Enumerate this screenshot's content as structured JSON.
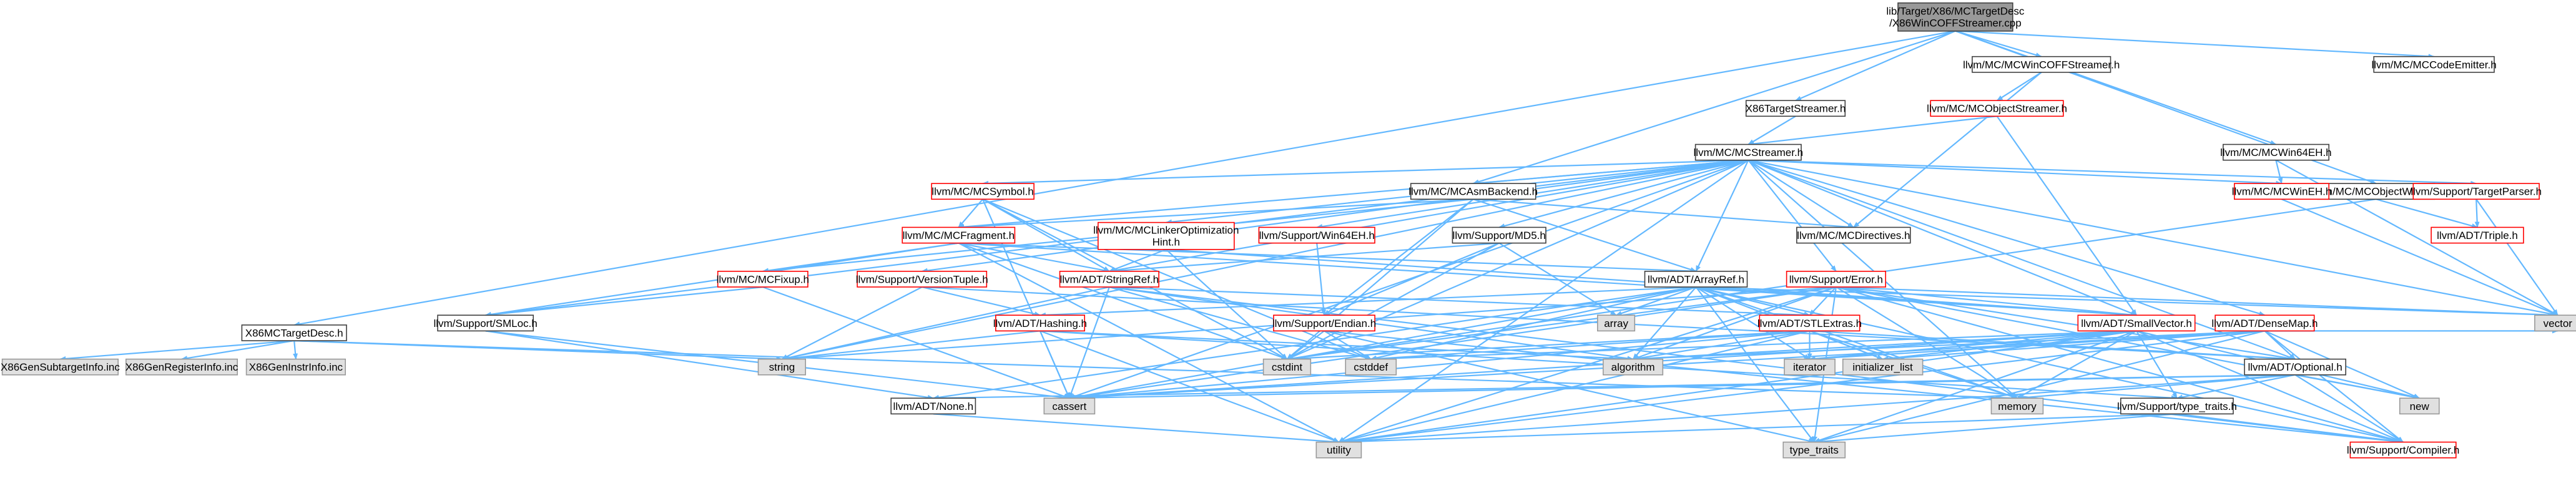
{
  "diagram": {
    "colors": {
      "edge": "#63b8ff",
      "node_border": "#404040",
      "node_border_red": "#ff0000",
      "node_fill_grey": "#e0e0e0",
      "root_fill": "#999999"
    },
    "nodes": [
      {
        "id": "root",
        "label": [
          "lib/Target/X86/MCTargetDesc",
          "/X86WinCOFFStreamer.cpp"
        ],
        "style": "root"
      },
      {
        "id": "x86mctargetdesc",
        "label": [
          "X86MCTargetDesc.h"
        ],
        "style": "white"
      },
      {
        "id": "x86subtargetinfo",
        "label": [
          "X86GenSubtargetInfo.inc"
        ],
        "style": "grey"
      },
      {
        "id": "x86reginfo",
        "label": [
          "X86GenRegisterInfo.inc"
        ],
        "style": "grey"
      },
      {
        "id": "x86instrinfo",
        "label": [
          "X86GenInstrInfo.inc"
        ],
        "style": "grey"
      },
      {
        "id": "x86targetstreamer",
        "label": [
          "X86TargetStreamer.h"
        ],
        "style": "white"
      },
      {
        "id": "mcstreamer",
        "label": [
          "llvm/MC/MCStreamer.h"
        ],
        "style": "white"
      },
      {
        "id": "mcwincoffstreamer",
        "label": [
          "llvm/MC/MCWinCOFFStreamer.h"
        ],
        "style": "white"
      },
      {
        "id": "mcobjectstreamer",
        "label": [
          "llvm/MC/MCObjectStreamer.h"
        ],
        "style": "red"
      },
      {
        "id": "mcwin64eh",
        "label": [
          "llvm/MC/MCWin64EH.h"
        ],
        "style": "white"
      },
      {
        "id": "mccodeemitter",
        "label": [
          "llvm/MC/MCCodeEmitter.h"
        ],
        "style": "white"
      },
      {
        "id": "mcobjectwriter",
        "label": [
          "llvm/MC/MCObjectWriter.h"
        ],
        "style": "white"
      },
      {
        "id": "mcwineh",
        "label": [
          "llvm/MC/MCWinEH.h"
        ],
        "style": "red"
      },
      {
        "id": "targetparser",
        "label": [
          "llvm/Support/TargetParser.h"
        ],
        "style": "red"
      },
      {
        "id": "triple",
        "label": [
          "llvm/ADT/Triple.h"
        ],
        "style": "red"
      },
      {
        "id": "mcsymbol",
        "label": [
          "llvm/MC/MCSymbol.h"
        ],
        "style": "red"
      },
      {
        "id": "mcasmbackend",
        "label": [
          "llvm/MC/MCAsmBackend.h"
        ],
        "style": "white"
      },
      {
        "id": "mcfragment",
        "label": [
          "llvm/MC/MCFragment.h"
        ],
        "style": "red"
      },
      {
        "id": "mclinkeropt",
        "label": [
          "llvm/MC/MCLinkerOptimization",
          "Hint.h"
        ],
        "style": "red"
      },
      {
        "id": "win64eh",
        "label": [
          "llvm/Support/Win64EH.h"
        ],
        "style": "red"
      },
      {
        "id": "md5",
        "label": [
          "llvm/Support/MD5.h"
        ],
        "style": "white"
      },
      {
        "id": "mcdirectives",
        "label": [
          "llvm/MC/MCDirectives.h"
        ],
        "style": "white"
      },
      {
        "id": "mcfixup",
        "label": [
          "llvm/MC/MCFixup.h"
        ],
        "style": "red"
      },
      {
        "id": "versiontuple",
        "label": [
          "llvm/Support/VersionTuple.h"
        ],
        "style": "red"
      },
      {
        "id": "stringref",
        "label": [
          "llvm/ADT/StringRef.h"
        ],
        "style": "red"
      },
      {
        "id": "arrayref",
        "label": [
          "llvm/ADT/ArrayRef.h"
        ],
        "style": "white"
      },
      {
        "id": "supporterror",
        "label": [
          "llvm/Support/Error.h"
        ],
        "style": "red"
      },
      {
        "id": "smloc",
        "label": [
          "llvm/Support/SMLoc.h"
        ],
        "style": "white"
      },
      {
        "id": "hashing",
        "label": [
          "llvm/ADT/Hashing.h"
        ],
        "style": "red"
      },
      {
        "id": "endian",
        "label": [
          "llvm/Support/Endian.h"
        ],
        "style": "red"
      },
      {
        "id": "stlextras",
        "label": [
          "llvm/ADT/STLExtras.h"
        ],
        "style": "red"
      },
      {
        "id": "smallvector",
        "label": [
          "llvm/ADT/SmallVector.h"
        ],
        "style": "red"
      },
      {
        "id": "densemap",
        "label": [
          "llvm/ADT/DenseMap.h"
        ],
        "style": "red"
      },
      {
        "id": "optional",
        "label": [
          "llvm/ADT/Optional.h"
        ],
        "style": "white"
      },
      {
        "id": "none",
        "label": [
          "llvm/ADT/None.h"
        ],
        "style": "white"
      },
      {
        "id": "typetraits",
        "label": [
          "llvm/Support/type_traits.h"
        ],
        "style": "white"
      },
      {
        "id": "compiler",
        "label": [
          "llvm/Support/Compiler.h"
        ],
        "style": "red"
      },
      {
        "id": "std_string",
        "label": [
          "string"
        ],
        "style": "grey"
      },
      {
        "id": "std_array",
        "label": [
          "array"
        ],
        "style": "grey"
      },
      {
        "id": "std_cstdint",
        "label": [
          "cstdint"
        ],
        "style": "grey"
      },
      {
        "id": "std_cstddef",
        "label": [
          "cstddef"
        ],
        "style": "grey"
      },
      {
        "id": "std_algorithm",
        "label": [
          "algorithm"
        ],
        "style": "grey"
      },
      {
        "id": "std_iterator",
        "label": [
          "iterator"
        ],
        "style": "grey"
      },
      {
        "id": "std_initlist",
        "label": [
          "initializer_list"
        ],
        "style": "grey"
      },
      {
        "id": "std_cassert",
        "label": [
          "cassert"
        ],
        "style": "grey"
      },
      {
        "id": "std_memory",
        "label": [
          "memory"
        ],
        "style": "grey"
      },
      {
        "id": "std_new",
        "label": [
          "new"
        ],
        "style": "grey"
      },
      {
        "id": "std_vector",
        "label": [
          "vector"
        ],
        "style": "grey"
      },
      {
        "id": "std_utility",
        "label": [
          "utility"
        ],
        "style": "grey"
      },
      {
        "id": "std_typetraits",
        "label": [
          "type_traits"
        ],
        "style": "grey"
      }
    ],
    "edges": [
      [
        "root",
        "x86mctargetdesc"
      ],
      [
        "root",
        "x86targetstreamer"
      ],
      [
        "root",
        "mcwincoffstreamer"
      ],
      [
        "root",
        "mcwin64eh"
      ],
      [
        "root",
        "mccodeemitter"
      ],
      [
        "root",
        "mcobjectwriter"
      ],
      [
        "root",
        "mcasmbackend"
      ],
      [
        "x86mctargetdesc",
        "x86subtargetinfo"
      ],
      [
        "x86mctargetdesc",
        "x86reginfo"
      ],
      [
        "x86mctargetdesc",
        "x86instrinfo"
      ],
      [
        "x86mctargetdesc",
        "std_string"
      ],
      [
        "x86mctargetdesc",
        "std_memory"
      ],
      [
        "x86targetstreamer",
        "mcstreamer"
      ],
      [
        "mcwincoffstreamer",
        "mcobjectstreamer"
      ],
      [
        "mcwincoffstreamer",
        "mcdirectives"
      ],
      [
        "mcobjectstreamer",
        "mcstreamer"
      ],
      [
        "mcobjectstreamer",
        "smallvector"
      ],
      [
        "mcwin64eh",
        "mcwineh"
      ],
      [
        "mcwin64eh",
        "std_vector"
      ],
      [
        "mcobjectwriter",
        "triple"
      ],
      [
        "mcobjectwriter",
        "std_cstdint"
      ],
      [
        "mcstreamer",
        "mcsymbol"
      ],
      [
        "mcstreamer",
        "mcasmbackend"
      ],
      [
        "mcstreamer",
        "mcfragment"
      ],
      [
        "mcstreamer",
        "mclinkeropt"
      ],
      [
        "mcstreamer",
        "win64eh"
      ],
      [
        "mcstreamer",
        "md5"
      ],
      [
        "mcstreamer",
        "mcdirectives"
      ],
      [
        "mcstreamer",
        "mcwineh"
      ],
      [
        "mcstreamer",
        "targetparser"
      ],
      [
        "mcstreamer",
        "versiontuple"
      ],
      [
        "mcstreamer",
        "stringref"
      ],
      [
        "mcstreamer",
        "arrayref"
      ],
      [
        "mcstreamer",
        "supporterror"
      ],
      [
        "mcstreamer",
        "smloc"
      ],
      [
        "mcstreamer",
        "smallvector"
      ],
      [
        "mcstreamer",
        "densemap"
      ],
      [
        "mcstreamer",
        "optional"
      ],
      [
        "mcstreamer",
        "std_string"
      ],
      [
        "mcstreamer",
        "std_cassert"
      ],
      [
        "mcstreamer",
        "std_cstdint"
      ],
      [
        "mcstreamer",
        "std_memory"
      ],
      [
        "mcstreamer",
        "std_vector"
      ],
      [
        "mcstreamer",
        "std_utility"
      ],
      [
        "mcwineh",
        "std_vector"
      ],
      [
        "targetparser",
        "triple"
      ],
      [
        "targetparser",
        "std_vector"
      ],
      [
        "mcsymbol",
        "mcfragment"
      ],
      [
        "mcsymbol",
        "stringref"
      ],
      [
        "mcsymbol",
        "std_cassert"
      ],
      [
        "mcsymbol",
        "std_cstddef"
      ],
      [
        "mcsymbol",
        "std_cstdint"
      ],
      [
        "mcasmbackend",
        "mcdirectives"
      ],
      [
        "mcasmbackend",
        "mcfragment"
      ],
      [
        "mcasmbackend",
        "mcfixup"
      ],
      [
        "mcasmbackend",
        "arrayref"
      ],
      [
        "mcasmbackend",
        "endian"
      ],
      [
        "mcasmbackend",
        "std_cstdint"
      ],
      [
        "mcfragment",
        "mcfixup"
      ],
      [
        "mcfragment",
        "stringref"
      ],
      [
        "mcfragment",
        "smloc"
      ],
      [
        "mcfragment",
        "arrayref"
      ],
      [
        "mcfragment",
        "smallvector"
      ],
      [
        "mcfragment",
        "std_cstdint"
      ],
      [
        "mcfragment",
        "std_utility"
      ],
      [
        "mclinkeropt",
        "stringref"
      ],
      [
        "mclinkeropt",
        "smallvector"
      ],
      [
        "mclinkeropt",
        "std_cstdint"
      ],
      [
        "win64eh",
        "endian"
      ],
      [
        "md5",
        "stringref"
      ],
      [
        "md5",
        "endian"
      ],
      [
        "md5",
        "std_array"
      ],
      [
        "md5",
        "std_cstdint"
      ],
      [
        "mcfixup",
        "smloc"
      ],
      [
        "mcfixup",
        "std_cassert"
      ],
      [
        "versiontuple",
        "hashing"
      ],
      [
        "versiontuple",
        "optional"
      ],
      [
        "versiontuple",
        "std_string"
      ],
      [
        "stringref",
        "stlextras"
      ],
      [
        "stringref",
        "std_string"
      ],
      [
        "stringref",
        "std_cstddef"
      ],
      [
        "stringref",
        "std_algorithm"
      ],
      [
        "stringref",
        "std_cassert"
      ],
      [
        "stringref",
        "std_type_traits_tmp"
      ],
      [
        "stringref",
        "compiler"
      ],
      [
        "arrayref",
        "hashing"
      ],
      [
        "arrayref",
        "smallvector"
      ],
      [
        "arrayref",
        "stlextras"
      ],
      [
        "arrayref",
        "none"
      ],
      [
        "arrayref",
        "std_algorithm"
      ],
      [
        "arrayref",
        "std_array"
      ],
      [
        "arrayref",
        "std_cassert"
      ],
      [
        "arrayref",
        "std_cstddef"
      ],
      [
        "arrayref",
        "std_initlist"
      ],
      [
        "arrayref",
        "std_iterator"
      ],
      [
        "arrayref",
        "std_memory"
      ],
      [
        "arrayref",
        "std_vector"
      ],
      [
        "arrayref",
        "std_typetraits"
      ],
      [
        "arrayref",
        "compiler"
      ],
      [
        "supporterror",
        "stlextras"
      ],
      [
        "supporterror",
        "smallvector"
      ],
      [
        "supporterror",
        "optional"
      ],
      [
        "supporterror",
        "compiler"
      ],
      [
        "supporterror",
        "std_algorithm"
      ],
      [
        "supporterror",
        "std_cassert"
      ],
      [
        "supporterror",
        "std_cstdint"
      ],
      [
        "supporterror",
        "std_memory"
      ],
      [
        "supporterror",
        "std_new"
      ],
      [
        "supporterror",
        "std_string"
      ],
      [
        "supporterror",
        "std_typetraits"
      ],
      [
        "supporterror",
        "std_utility"
      ],
      [
        "supporterror",
        "std_vector"
      ],
      [
        "smloc",
        "none"
      ],
      [
        "smloc",
        "std_cassert"
      ],
      [
        "hashing",
        "std_string"
      ],
      [
        "hashing",
        "std_algorithm"
      ],
      [
        "hashing",
        "std_cassert"
      ],
      [
        "hashing",
        "std_utility"
      ],
      [
        "hashing",
        "typetraits"
      ],
      [
        "endian",
        "compiler"
      ],
      [
        "endian",
        "std_cstddef"
      ],
      [
        "endian",
        "std_cstdint"
      ],
      [
        "endian",
        "std_typetraits"
      ],
      [
        "stlextras",
        "optional"
      ],
      [
        "stlextras",
        "std_algorithm"
      ],
      [
        "stlextras",
        "std_cassert"
      ],
      [
        "stlextras",
        "std_cstddef"
      ],
      [
        "stlextras",
        "std_cstdint"
      ],
      [
        "stlextras",
        "std_initlist"
      ],
      [
        "stlextras",
        "std_iterator"
      ],
      [
        "stlextras",
        "std_memory"
      ],
      [
        "stlextras",
        "std_utility"
      ],
      [
        "smallvector",
        "compiler"
      ],
      [
        "smallvector",
        "typetraits"
      ],
      [
        "smallvector",
        "std_algorithm"
      ],
      [
        "smallvector",
        "std_cassert"
      ],
      [
        "smallvector",
        "std_cstddef"
      ],
      [
        "smallvector",
        "std_initlist"
      ],
      [
        "smallvector",
        "std_iterator"
      ],
      [
        "smallvector",
        "std_memory"
      ],
      [
        "smallvector",
        "std_new"
      ],
      [
        "smallvector",
        "std_typetraits"
      ],
      [
        "smallvector",
        "std_utility"
      ],
      [
        "densemap",
        "optional"
      ],
      [
        "densemap",
        "compiler"
      ],
      [
        "densemap",
        "std_algorithm"
      ],
      [
        "densemap",
        "std_cassert"
      ],
      [
        "densemap",
        "std_initlist"
      ],
      [
        "densemap",
        "std_iterator"
      ],
      [
        "densemap",
        "std_new"
      ],
      [
        "densemap",
        "std_typetraits"
      ],
      [
        "densemap",
        "std_utility"
      ],
      [
        "densemap",
        "std_vector"
      ],
      [
        "optional",
        "none"
      ],
      [
        "optional",
        "compiler"
      ],
      [
        "optional",
        "typetraits"
      ],
      [
        "optional",
        "std_cassert"
      ],
      [
        "optional",
        "std_memory"
      ],
      [
        "optional",
        "std_new"
      ],
      [
        "optional",
        "std_utility"
      ],
      [
        "none",
        "std_utility"
      ],
      [
        "typetraits",
        "compiler"
      ],
      [
        "typetraits",
        "std_typetraits"
      ],
      [
        "typetraits",
        "std_utility"
      ]
    ]
  }
}
